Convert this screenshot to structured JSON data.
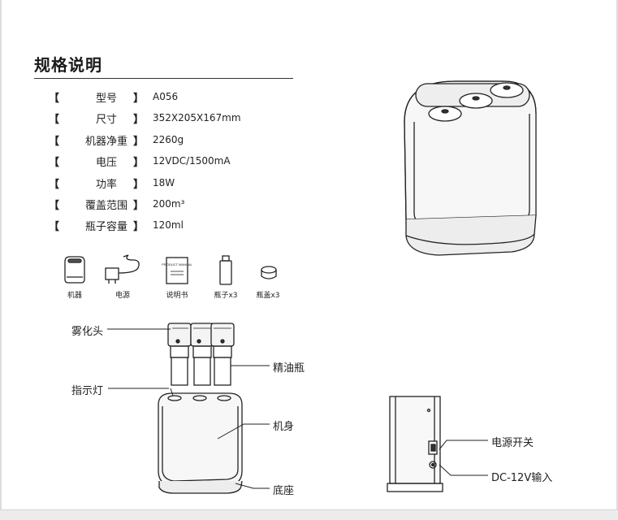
{
  "title": "规格说明",
  "spec_brackets": {
    "open": "【",
    "close": "】"
  },
  "specs": [
    {
      "label": "型号",
      "value": "A056"
    },
    {
      "label": "尺寸",
      "value": "352X205X167mm"
    },
    {
      "label": "机器净重",
      "value": "2260g"
    },
    {
      "label": "电压",
      "value": "12VDC/1500mA"
    },
    {
      "label": "功率",
      "value": "18W"
    },
    {
      "label": "覆盖范围",
      "value": "200m³"
    },
    {
      "label": "瓶子容量",
      "value": "120ml"
    }
  ],
  "accessories": [
    "机器",
    "电源",
    "说明书",
    "瓶子x3",
    "瓶盖x3"
  ],
  "manual_icon_text": "PRODUCT MANUAL",
  "callouts": {
    "nozzle": "雾化头",
    "indicator": "指示灯",
    "bottle": "精油瓶",
    "body": "机身",
    "base": "底座",
    "power_switch": "电源开关",
    "dc_input": "DC-12V输入"
  }
}
